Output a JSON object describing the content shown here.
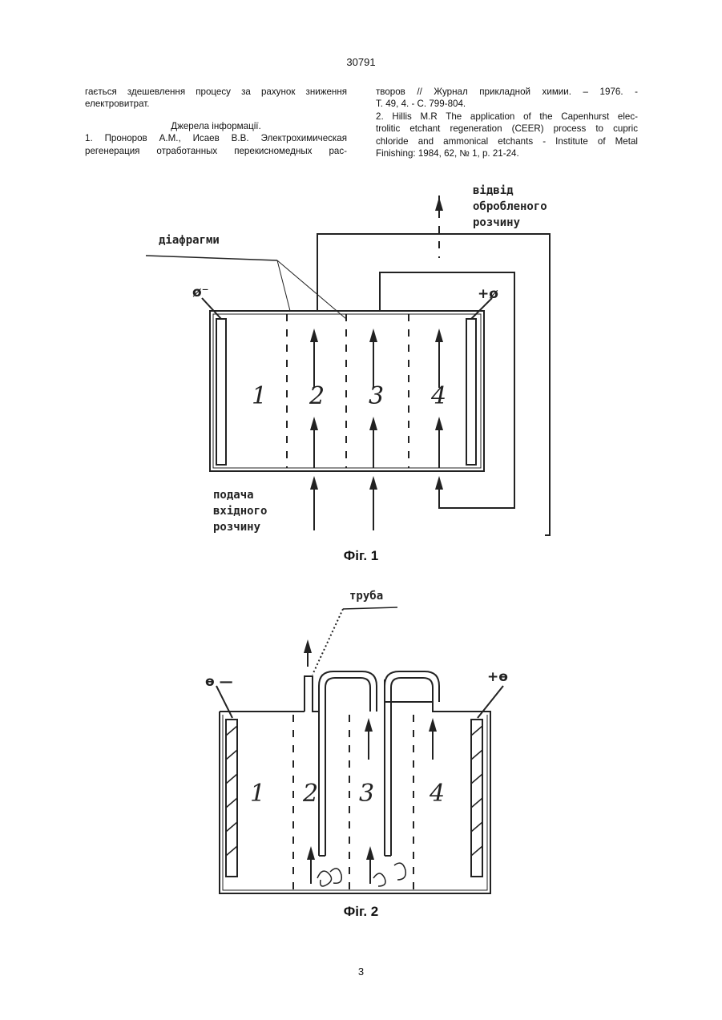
{
  "header": {
    "page_code": "30791"
  },
  "left_column": {
    "para1": "гається здешевлення процесу за рахунок зниження електровитрат.",
    "sources_heading": "Джерела інформації.",
    "ref1_line1": "1. Проноров А.М., Исаев В.В. Электрохимическая",
    "ref1_line2": "регенерация отработанных перекисномедных рас-"
  },
  "right_column": {
    "ref1_cont_line1": "творов // Журнал прикладной химии. – 1976. -",
    "ref1_cont_line2": "Т. 49, 4. - С. 799-804.",
    "ref2_line1": "2. Hillis M.R The application of the Capenhurst elec-",
    "ref2_line2": "trolitic etchant regeneration (CEER) process to cupric",
    "ref2_line3": "chloride and ammonical etchants - Institute of Metal",
    "ref2_line4": "Finishing: 1984, 62, № 1, p. 21-24."
  },
  "figure1": {
    "caption": "Фіг. 1",
    "label_diaphragms": "діафрагми",
    "label_outlet_1": "відвід",
    "label_outlet_2": "обробленого",
    "label_outlet_3": "розчину",
    "label_inlet_1": "подача",
    "label_inlet_2": "вхідного",
    "label_inlet_3": "розчину",
    "terminal_neg": "ø⁻",
    "terminal_pos": "+ø",
    "chambers": [
      "1",
      "2",
      "3",
      "4"
    ]
  },
  "figure2": {
    "caption": "Фіг. 2",
    "label_pipe": "труба",
    "terminal_neg": "ө —",
    "terminal_pos": "+ө",
    "chambers": [
      "1",
      "2",
      "3",
      "4"
    ]
  },
  "footer": {
    "page_number": "3"
  }
}
